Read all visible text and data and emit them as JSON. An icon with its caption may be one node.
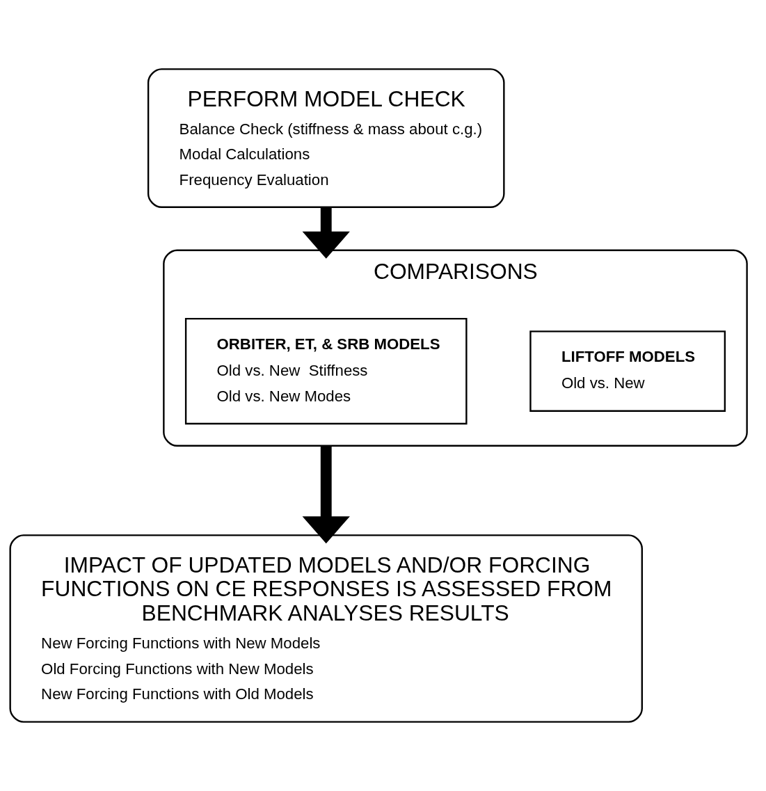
{
  "diagram": {
    "nodes": [
      {
        "text": [
          "PERFORM MODEL CHECK",
          "Balance Check (stiffness & mass about c.g.)",
          "Modal Calculations",
          "Frequency Evaluation"
        ]
      },
      {
        "text": [
          "COMPARISONS"
        ]
      },
      {
        "text": [
          "ORBITER, ET, & SRB MODELS",
          "Old vs. New  Stiffness",
          "Old vs. New Modes"
        ],
        "in": 1
      },
      {
        "text": [
          "LIFTOFF MODELS",
          "Old vs. New"
        ],
        "in": 1
      },
      {
        "text": [
          "IMPACT OF UPDATED MODELS AND/OR FORCING FUNCTIONS ON CE RESPONSES IS ASSESSED FROM BENCHMARK ANALYSES RESULTS",
          "New Forcing Functions with New Models",
          "Old Forcing Functions with New Models",
          "New Forcing Functions with Old Models"
        ]
      }
    ],
    "edges": [
      {
        "from": 0,
        "to": 1,
        "arrow": "to"
      },
      {
        "from": 1,
        "to": 4,
        "arrow": "to"
      }
    ]
  }
}
